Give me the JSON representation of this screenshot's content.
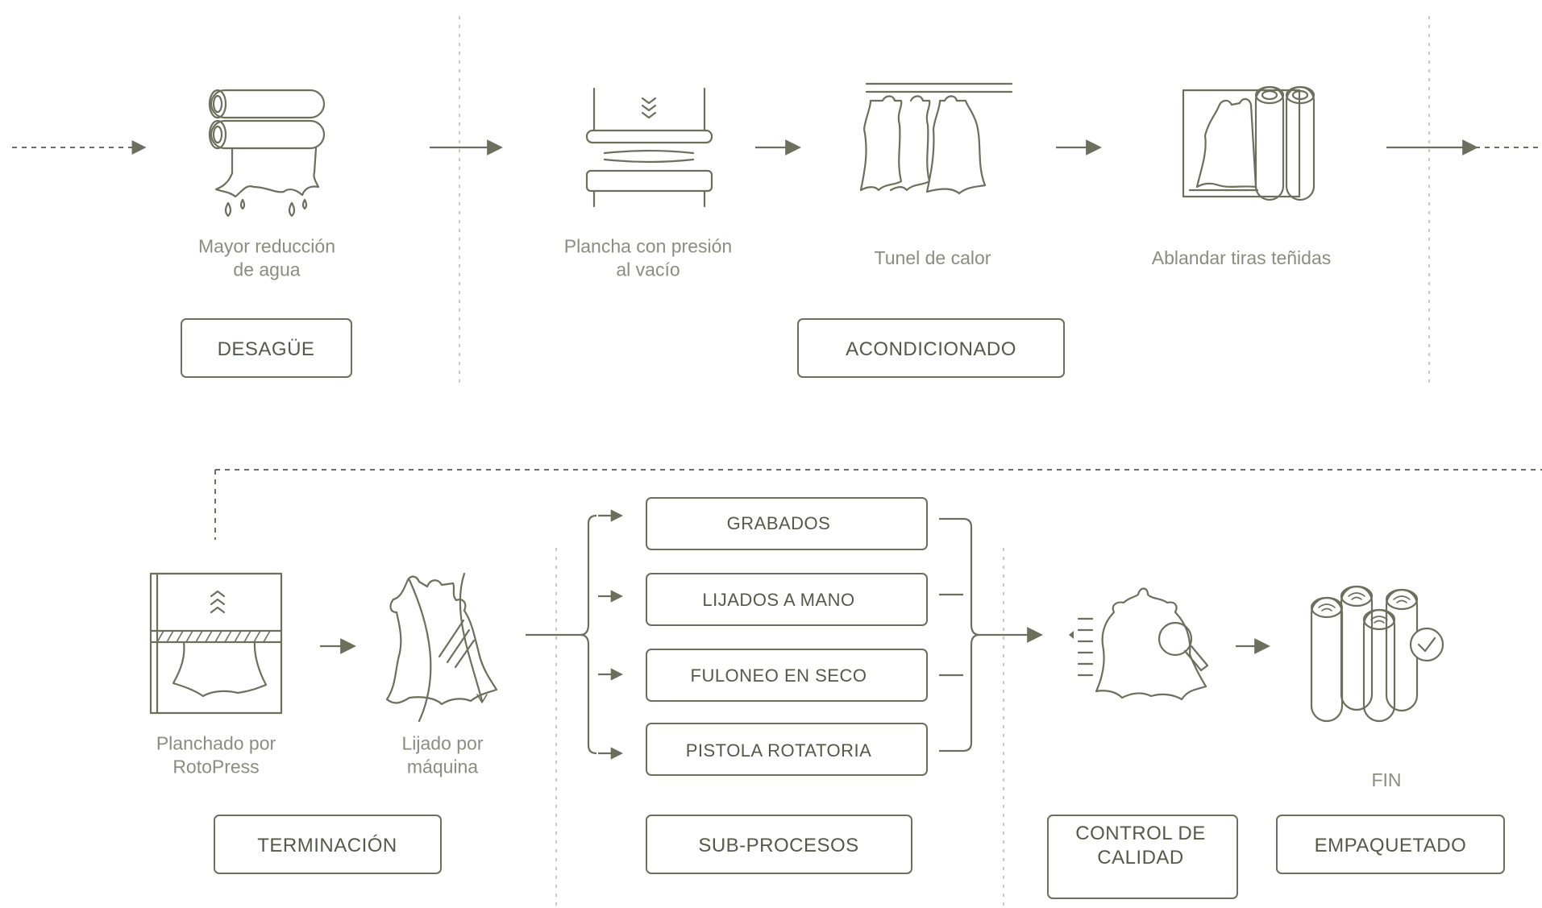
{
  "steps": {
    "mayor_reduccion": [
      "Mayor reducción",
      "de agua"
    ],
    "plancha": [
      "Plancha con presión",
      "al vacío"
    ],
    "tunel": [
      "Tunel de calor"
    ],
    "ablandar": [
      "Ablandar tiras teñidas"
    ],
    "planchado": [
      "Planchado por",
      "RotoPress"
    ],
    "lijado": [
      "Lijado por",
      "máquina"
    ],
    "fin": [
      "FIN"
    ]
  },
  "stages": {
    "desague": [
      "DESAGÜE"
    ],
    "acondicionado": [
      "ACONDICIONADO"
    ],
    "terminacion": [
      "TERMINACIÓN"
    ],
    "subprocesos": [
      "SUB-PROCESOS"
    ],
    "control": [
      "CONTROL DE",
      "CALIDAD"
    ],
    "empaquetado": [
      "EMPAQUETADO"
    ]
  },
  "subprocesses": [
    "GRABADOS",
    "LIJADOS A MANO",
    "FULONEO EN SECO",
    "PISTOLA ROTATORIA"
  ],
  "icons": {
    "desague": "wringer-rollers-with-hide-icon",
    "plancha": "vacuum-press-icon",
    "tunel": "hanging-hides-heat-tunnel-icon",
    "ablandar": "hide-with-rolls-icon",
    "planchado": "rotopress-icon",
    "lijado": "machine-sanding-hide-icon",
    "control": "hide-with-magnifier-icon",
    "empaquetado": "leather-rolls-check-icon"
  },
  "colors": {
    "ink": "#6b6f5c",
    "caption": "#8a8d80",
    "separator": "#c9cbc3"
  }
}
